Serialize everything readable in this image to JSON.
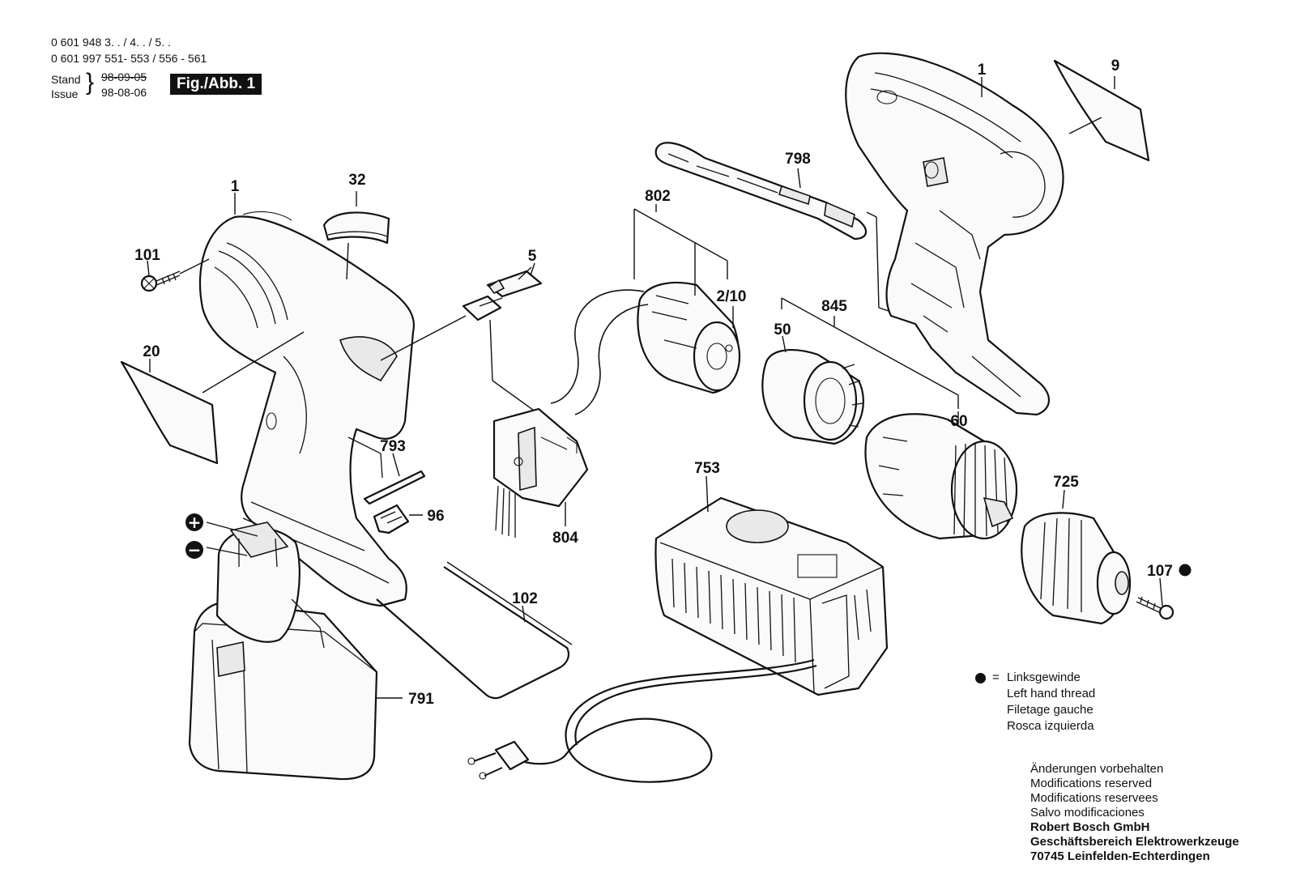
{
  "header": {
    "line1": "0 601 948 3. . / 4. . / 5. .",
    "line2": "0 601 997 551- 553 / 556 - 561",
    "stand_label": "Stand",
    "stand_value": "98-09-05",
    "issue_label": "Issue",
    "issue_value": "98-08-06",
    "figure_badge": "Fig./Abb. 1"
  },
  "part_labels": {
    "p1_left": "1",
    "p32": "32",
    "p101": "101",
    "p5": "5",
    "p20": "20",
    "p802": "802",
    "p2_10": "2/10",
    "p798": "798",
    "p1_right": "1",
    "p9": "9",
    "p845": "845",
    "p50": "50",
    "p60": "60",
    "p793": "793",
    "p96": "96",
    "p804": "804",
    "p753": "753",
    "p725": "725",
    "p107": "107",
    "p102": "102",
    "p791": "791",
    "plus": "+",
    "minus": "−"
  },
  "legend": {
    "equals": "=",
    "lines": [
      "Linksgewinde",
      "Left hand thread",
      "Filetage gauche",
      "Rosca izquierda"
    ]
  },
  "notes": {
    "lines": [
      "Änderungen vorbehalten",
      "Modifications reserved",
      "Modifications reservees",
      "Salvo modificaciones"
    ],
    "company_lines": [
      "Robert Bosch GmbH",
      "Geschäftsbereich Elektrowerkzeuge",
      "70745 Leinfelden-Echterdingen"
    ]
  },
  "colors": {
    "ink": "#111111",
    "paper": "#ffffff"
  }
}
